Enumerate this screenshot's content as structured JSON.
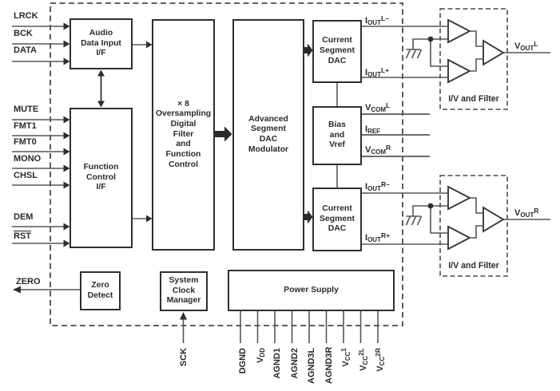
{
  "colors": {
    "ink": "#29292b",
    "wire": "#57575a",
    "border": "#2f2f31"
  },
  "blocks": [
    {
      "id": "audio-data-input",
      "label": "Audio\nData Input\nI/F"
    },
    {
      "id": "function-control",
      "label": "Function\nControl\nI/F"
    },
    {
      "id": "oversampling-filter",
      "label": "× 8\nOversampling\nDigital\nFilter\nand\nFunction\nControl"
    },
    {
      "id": "dac-modulator",
      "label": "Advanced\nSegment\nDAC\nModulator"
    },
    {
      "id": "current-dac-left",
      "label": "Current\nSegment\nDAC"
    },
    {
      "id": "bias-vref",
      "label": "Bias\nand\nVref"
    },
    {
      "id": "current-dac-right",
      "label": "Current\nSegment\nDAC"
    },
    {
      "id": "zero-detect",
      "label": "Zero\nDetect"
    },
    {
      "id": "system-clock-manager",
      "label": "System\nClock\nManager"
    },
    {
      "id": "power-supply",
      "label": "Power Supply"
    }
  ],
  "pins_left": [
    {
      "label": "LRCK"
    },
    {
      "label": "BCK"
    },
    {
      "label": "DATA"
    },
    {
      "label": "MUTE"
    },
    {
      "label": "FMT1"
    },
    {
      "label": "FMT0"
    },
    {
      "label": "MONO"
    },
    {
      "label": "CHSL"
    },
    {
      "label": "DEM"
    },
    {
      "label": "RST"
    }
  ],
  "pin_zero": {
    "label": "ZERO"
  },
  "pin_sck": {
    "label": "SCK"
  },
  "pins_right": [
    {
      "pre": "I",
      "sub": "OUT",
      "post": "L–"
    },
    {
      "pre": "I",
      "sub": "OUT",
      "post": "L+"
    },
    {
      "pre": "V",
      "sub": "COM",
      "post": "L"
    },
    {
      "pre": "I",
      "sub": "REF",
      "post": ""
    },
    {
      "pre": "V",
      "sub": "COM",
      "post": "R"
    },
    {
      "pre": "I",
      "sub": "OUT",
      "post": "R–"
    },
    {
      "pre": "I",
      "sub": "OUT",
      "post": "R+"
    }
  ],
  "outputs_right": [
    {
      "pre": "V",
      "sub": "OUT",
      "post": "L"
    },
    {
      "pre": "V",
      "sub": "OUT",
      "post": "R"
    }
  ],
  "iv_filter_label": "I/V and Filter",
  "pins_bottom": [
    {
      "pre": "DGND",
      "sub": "",
      "post": ""
    },
    {
      "pre": "V",
      "sub": "DD",
      "post": ""
    },
    {
      "pre": "AGND1",
      "sub": "",
      "post": ""
    },
    {
      "pre": "AGND2",
      "sub": "",
      "post": ""
    },
    {
      "pre": "AGND3L",
      "sub": "",
      "post": ""
    },
    {
      "pre": "AGND3R",
      "sub": "",
      "post": ""
    },
    {
      "pre": "V",
      "sub": "CC",
      "post": "1"
    },
    {
      "pre": "V",
      "sub": "CC",
      "post": "2L"
    },
    {
      "pre": "V",
      "sub": "CC",
      "post": "2R"
    }
  ]
}
